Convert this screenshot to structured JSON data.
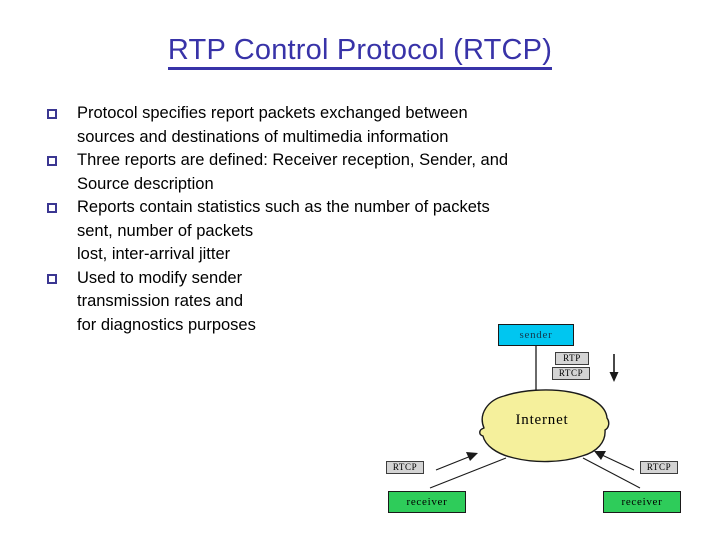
{
  "slide": {
    "title": "RTP Control Protocol (RTCP)",
    "background_color": "#ffffff",
    "title_color": "#3833a8"
  },
  "bullets": [
    {
      "text": "Protocol specifies report packets exchanged between\nsources and destinations of multimedia information"
    },
    {
      "text": "Three reports are defined: Receiver reception, Sender, and\nSource description"
    },
    {
      "text": "Reports contain statistics such as the number of packets\nsent, number of packets\nlost, inter-arrival jitter"
    },
    {
      "text": "Used to modify sender\ntransmission rates and\nfor diagnostics purposes"
    }
  ],
  "diagram": {
    "nodes": {
      "sender": {
        "label": "sender",
        "color": "#00c6f0"
      },
      "receiver_left": {
        "label": "receiver",
        "color": "#2ecc5a"
      },
      "receiver_right": {
        "label": "receiver",
        "color": "#2ecc5a"
      },
      "cloud": {
        "label": "Internet",
        "color": "#f5f09c"
      }
    },
    "labels": {
      "rtp_down": "RTP",
      "rtcp_down": "RTCP",
      "rtcp_left": "RTCP",
      "rtcp_right": "RTCP"
    },
    "label_color": "#d4d4d4"
  }
}
